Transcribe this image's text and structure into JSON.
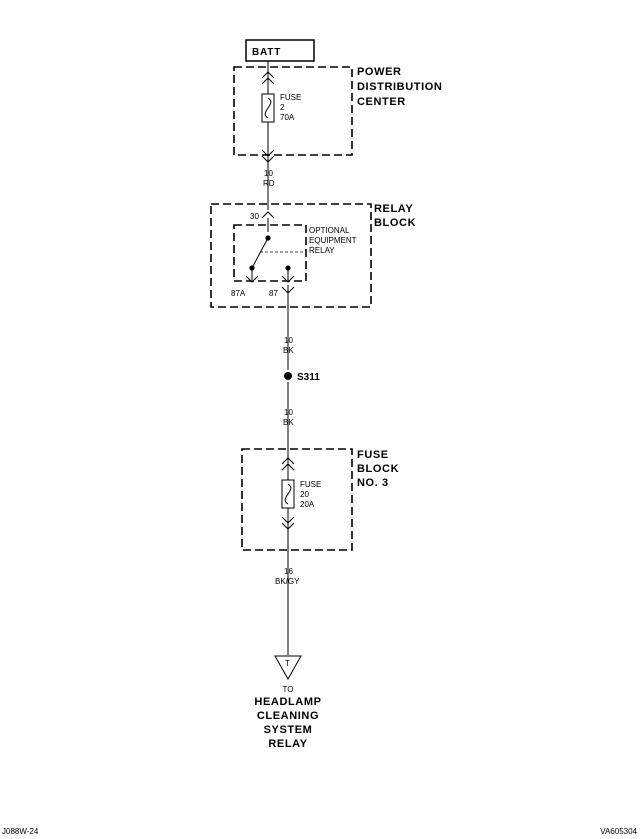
{
  "batt_label": "BATT",
  "pdc": {
    "name": [
      "POWER",
      "DISTRIBUTION",
      "CENTER"
    ],
    "fuse": [
      "FUSE",
      "2",
      "70A"
    ]
  },
  "wire1": {
    "gauge": "10",
    "color": "RD"
  },
  "relay_block": {
    "name": [
      "RELAY",
      "BLOCK"
    ],
    "relay": [
      "OPTIONAL",
      "EQUIPMENT",
      "RELAY"
    ],
    "pin_30": "30",
    "pin_87a": "87A",
    "pin_87": "87"
  },
  "wire2": {
    "gauge": "10",
    "color": "BK"
  },
  "splice": "S311",
  "wire3": {
    "gauge": "10",
    "color": "BK"
  },
  "fuse_block": {
    "name": [
      "FUSE",
      "BLOCK",
      "NO. 3"
    ],
    "fuse": [
      "FUSE",
      "20",
      "20A"
    ]
  },
  "wire4": {
    "gauge": "16",
    "color": "BK/GY"
  },
  "connector": {
    "letter": "T",
    "to": "TO",
    "dest": [
      "HEADLAMP",
      "CLEANING",
      "SYSTEM",
      "RELAY"
    ]
  },
  "footer": {
    "left": "J088W-24",
    "right": "VA605304"
  }
}
